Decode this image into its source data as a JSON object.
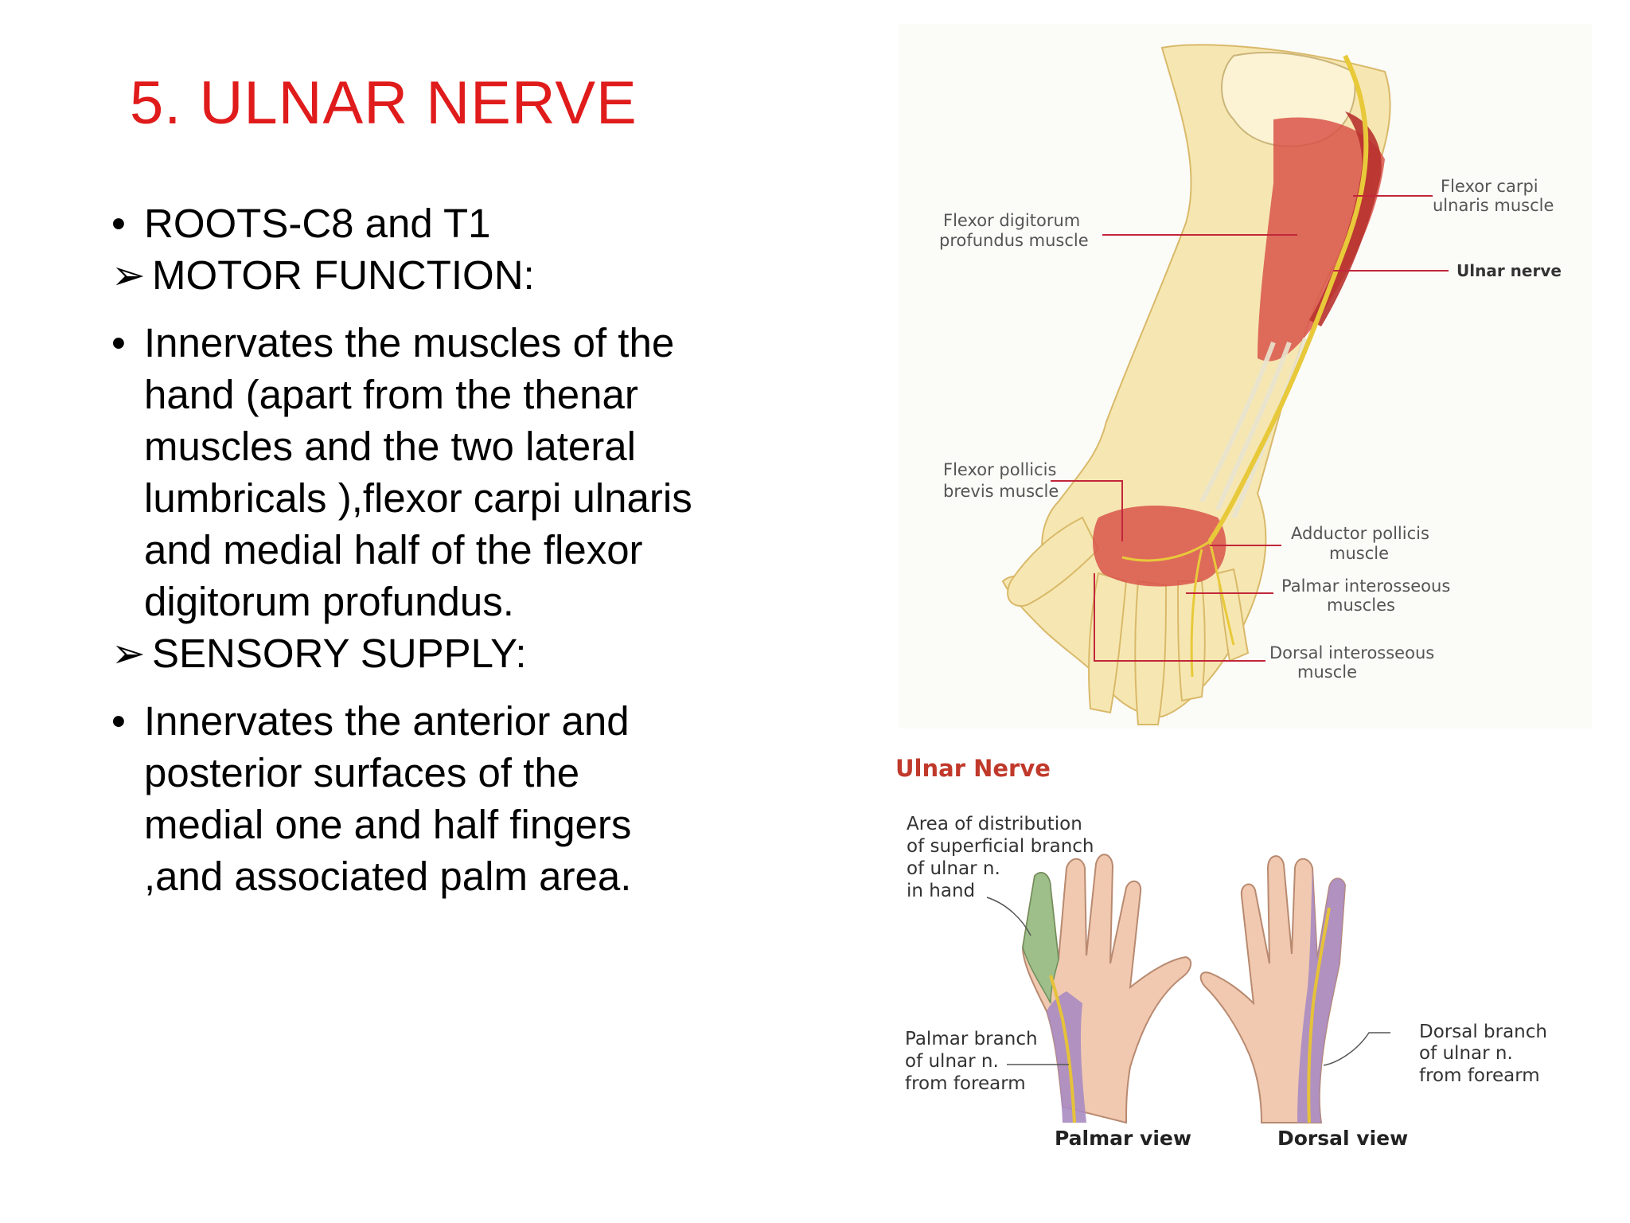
{
  "slide": {
    "title": "5. ULNAR NERVE",
    "title_color": "#e01b1b",
    "items": [
      {
        "kind": "bullet",
        "marker": "•",
        "text": "ROOTS-C8 and T1"
      },
      {
        "kind": "sub",
        "marker": "➢",
        "text": "MOTOR FUNCTION:"
      },
      {
        "kind": "bullet",
        "marker": "•",
        "text": "Innervates the muscles of the hand (apart from the thenar muscles and the two lateral lumbricals ),flexor carpi ulnaris and medial half of the flexor digitorum profundus."
      },
      {
        "kind": "sub",
        "marker": "➢",
        "text": "SENSORY SUPPLY:"
      },
      {
        "kind": "bullet",
        "marker": "•",
        "text": "Innervates the anterior and posterior surfaces of the medial one and half fingers ,and associated palm area."
      }
    ]
  },
  "forearm_figure": {
    "labels": {
      "flexor_digitorum_1": "Flexor digitorum",
      "flexor_digitorum_2": "profundus muscle",
      "flexor_carpi_1": "Flexor carpi",
      "flexor_carpi_2": "ulnaris muscle",
      "ulnar_nerve": "Ulnar nerve",
      "flexor_pollicis_1": "Flexor pollicis",
      "flexor_pollicis_2": "brevis muscle",
      "adductor_1": "Adductor pollicis",
      "adductor_2": "muscle",
      "palmar_inter_1": "Palmar interosseous",
      "palmar_inter_2": "muscles",
      "dorsal_inter_1": "Dorsal interosseous",
      "dorsal_inter_2": "muscle"
    },
    "colors": {
      "skin": "#f6e7b2",
      "bone": "#fbf3d3",
      "muscle": "#d9534a",
      "nerve": "#e8c93a",
      "leader": "#c2273a"
    }
  },
  "hands_figure": {
    "heading": "Ulnar Nerve",
    "heading_color": "#c0392b",
    "labels": {
      "area_1": "Area of distribution",
      "area_2": "of superficial branch",
      "area_3": "of ulnar n.",
      "area_4": "in hand",
      "palmar_1": "Palmar branch",
      "palmar_2": "of ulnar n.",
      "palmar_3": "from forearm",
      "dorsal_1": "Dorsal branch",
      "dorsal_2": "of ulnar n.",
      "dorsal_3": "from forearm",
      "palmar_view": "Palmar view",
      "dorsal_view": "Dorsal view"
    },
    "colors": {
      "skin": "#f0c9b0",
      "green_area": "#9fbf8a",
      "purple_area": "#a98bc2",
      "nerve": "#e6c23a"
    }
  }
}
